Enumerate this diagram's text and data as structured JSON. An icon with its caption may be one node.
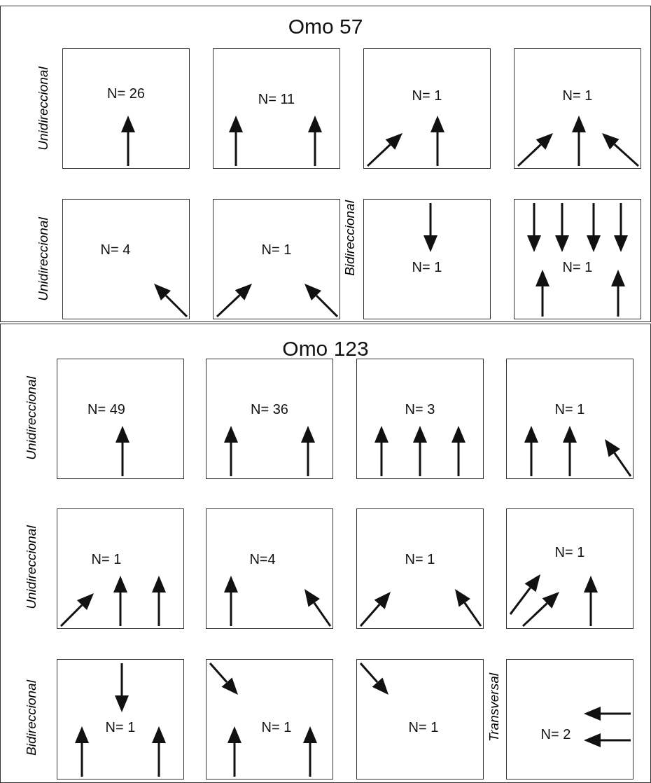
{
  "diagram": {
    "nodes": [
      {
        "text": [
          "Omo 57"
        ]
      },
      {
        "text": [
          "N= 26"
        ],
        "in": 0
      },
      {
        "text": [
          "N= 11"
        ],
        "in": 0
      },
      {
        "text": [
          "N= 1"
        ],
        "in": 0
      },
      {
        "text": [
          "N= 1"
        ],
        "in": 0
      },
      {
        "text": [
          "N= 4"
        ],
        "in": 0
      },
      {
        "text": [
          "N= 1"
        ],
        "in": 0
      },
      {
        "text": [
          "N= 1"
        ],
        "in": 0
      },
      {
        "text": [
          "N= 1"
        ],
        "in": 0
      },
      {
        "text": [
          "Omo 123"
        ]
      },
      {
        "text": [
          "N= 49"
        ],
        "in": 9
      },
      {
        "text": [
          "N= 36"
        ],
        "in": 9
      },
      {
        "text": [
          "N= 3"
        ],
        "in": 9
      },
      {
        "text": [
          "N= 1"
        ],
        "in": 9
      },
      {
        "text": [
          "N= 1"
        ],
        "in": 9
      },
      {
        "text": [
          "N=4"
        ],
        "in": 9
      },
      {
        "text": [
          "N= 1"
        ],
        "in": 9
      },
      {
        "text": [
          "N= 1"
        ],
        "in": 9
      },
      {
        "text": [
          "N= 1"
        ],
        "in": 9
      },
      {
        "text": [
          "N= 1"
        ],
        "in": 9
      },
      {
        "text": [
          "N= 1"
        ],
        "in": 9
      },
      {
        "text": [
          "N= 2"
        ],
        "in": 9
      }
    ],
    "edges": [],
    "labels": [
      "Unidireccional",
      "Unidireccional",
      "Bidireccional",
      "Unidireccional",
      "Unidireccional",
      "Bidireccional",
      "Transversal"
    ]
  }
}
